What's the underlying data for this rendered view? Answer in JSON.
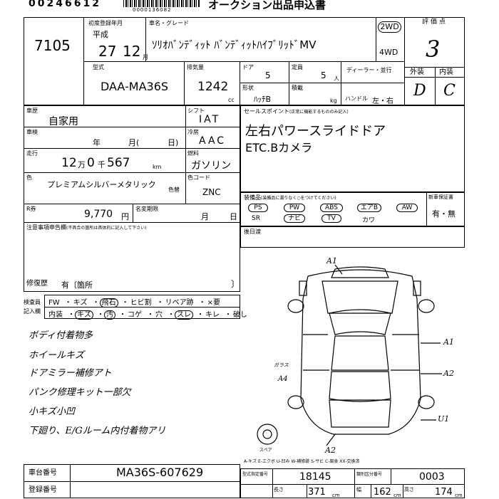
{
  "header": {
    "serial": "00246612",
    "barcode_number": "0000136082",
    "title": "オークション出品申込書"
  },
  "lot": {
    "number": "7105"
  },
  "registration": {
    "label": "初度登録年月",
    "era": "平成",
    "year": "27",
    "month": "12",
    "month_unit": "月"
  },
  "model": {
    "label": "車名・グレード",
    "name": "ｿﾘｵﾊﾞﾝﾃﾞｨｯﾄ ﾊﾞﾝﾃﾞｨｯﾄﾊｲﾌﾞﾘｯﾄﾞMV"
  },
  "drive": {
    "selected": "2WD",
    "other": "4WD"
  },
  "rating": {
    "label": "評価点",
    "score": "3"
  },
  "type": {
    "label": "型式",
    "code": "DAA-MA36S"
  },
  "displacement": {
    "label": "排気量",
    "value": "1242",
    "unit": "cc"
  },
  "doors": {
    "label": "ドア",
    "value": "5"
  },
  "capacity": {
    "label": "定員",
    "value": "5",
    "unit": "人"
  },
  "dealer": {
    "label": "ディーラー・並行"
  },
  "shape": {
    "label": "形状",
    "value": "ﾊｯﾁB"
  },
  "load": {
    "label": "積載",
    "unit": "kg"
  },
  "steering": {
    "label": "ハンドル",
    "options": "左・右"
  },
  "exterior": {
    "label": "外装",
    "grade": "D"
  },
  "interior": {
    "label": "内装",
    "grade": "C"
  },
  "use": {
    "label": "車歴",
    "value": "自家用"
  },
  "inspection": {
    "label": "車検",
    "year_unit": "年",
    "month_unit": "月(",
    "day_unit": "日)"
  },
  "mileage": {
    "label": "走行",
    "man": "12",
    "man_unit": "万",
    "zero": "0",
    "sen_unit": "千",
    "rest": "567",
    "unit": "km"
  },
  "color": {
    "label": "色",
    "value": "プレミアムシルバーメタリック",
    "swap_label": "色替"
  },
  "color_code": {
    "label": "色コード",
    "value": "ZNC"
  },
  "shift": {
    "label": "シフト",
    "value": "IAT"
  },
  "aircon": {
    "label": "冷房",
    "value": "AAC"
  },
  "fuel": {
    "label": "燃料",
    "value": "ガソリン"
  },
  "recycle": {
    "label": "R券",
    "value": "9,770",
    "unit": "円"
  },
  "name_change": {
    "label": "名変期限",
    "month_unit": "月",
    "day_unit": "日"
  },
  "selling_points": {
    "label": "セールスポイント",
    "note": "(正常に機能するもののみ記入)",
    "line1": "左右パワースライドドア",
    "line2": "ETC.Bカメラ"
  },
  "equipment": {
    "label": "装備品",
    "note": "(装備品に漏りなく○をつけてください)",
    "row1": [
      "PS",
      "PW",
      "ABS",
      "エアB",
      "AW"
    ],
    "row2": [
      "SR",
      "ナビ",
      "TV",
      "カワ"
    ]
  },
  "tax": {
    "label": "新車保証書",
    "value": "有・無"
  },
  "notes": {
    "label": "注意事項申告欄",
    "note": "(不具合の箇所は具体的に記入して下さい)"
  },
  "repair": {
    "label": "修復歴",
    "value": "有〔箇所",
    "close": "〕"
  },
  "post_date": {
    "label": "後日渡"
  },
  "legend": {
    "label1": "検査員",
    "label2": "記入欄",
    "row1": [
      "FW",
      "キズ",
      "飛石",
      "ヒビ割",
      "リペア跡",
      "×要"
    ],
    "row2": [
      "内装",
      "キズ",
      "汚",
      "コゲ",
      "穴",
      "スレ",
      "キレ",
      "破し"
    ]
  },
  "handwritten_notes": [
    "ボディ付着物多",
    "ホイールキズ",
    "ドアミラー補修アト",
    "パンク修理キット一部欠",
    "小キズ小凹",
    "下廻り、E/Gルーム内付着物アリ"
  ],
  "diagram": {
    "marks": {
      "front": "A1",
      "side_upper": "A1",
      "side_lower": "A2",
      "rear_side": "U1",
      "rear": "A2",
      "left": "A4",
      "left_sub": "ガラス"
    },
    "spare": "スペア"
  },
  "damage_legend": "A-キズ E-エクボ U-凹み W-補修跡 S-サビ C-腐食 XX-交換済",
  "chassis": {
    "label": "車台番号",
    "value": "MA36S-607629"
  },
  "plate": {
    "label": "登録番号"
  },
  "spec": {
    "model_label": "型式指定番号",
    "model_value": "18145",
    "class_label": "類別区分番号",
    "class_value": "0003",
    "length_label": "長さ",
    "length_value": "371",
    "width_label": "幅",
    "width_value": "162",
    "height_label": "高さ",
    "height_value": "174",
    "unit": "cm"
  }
}
